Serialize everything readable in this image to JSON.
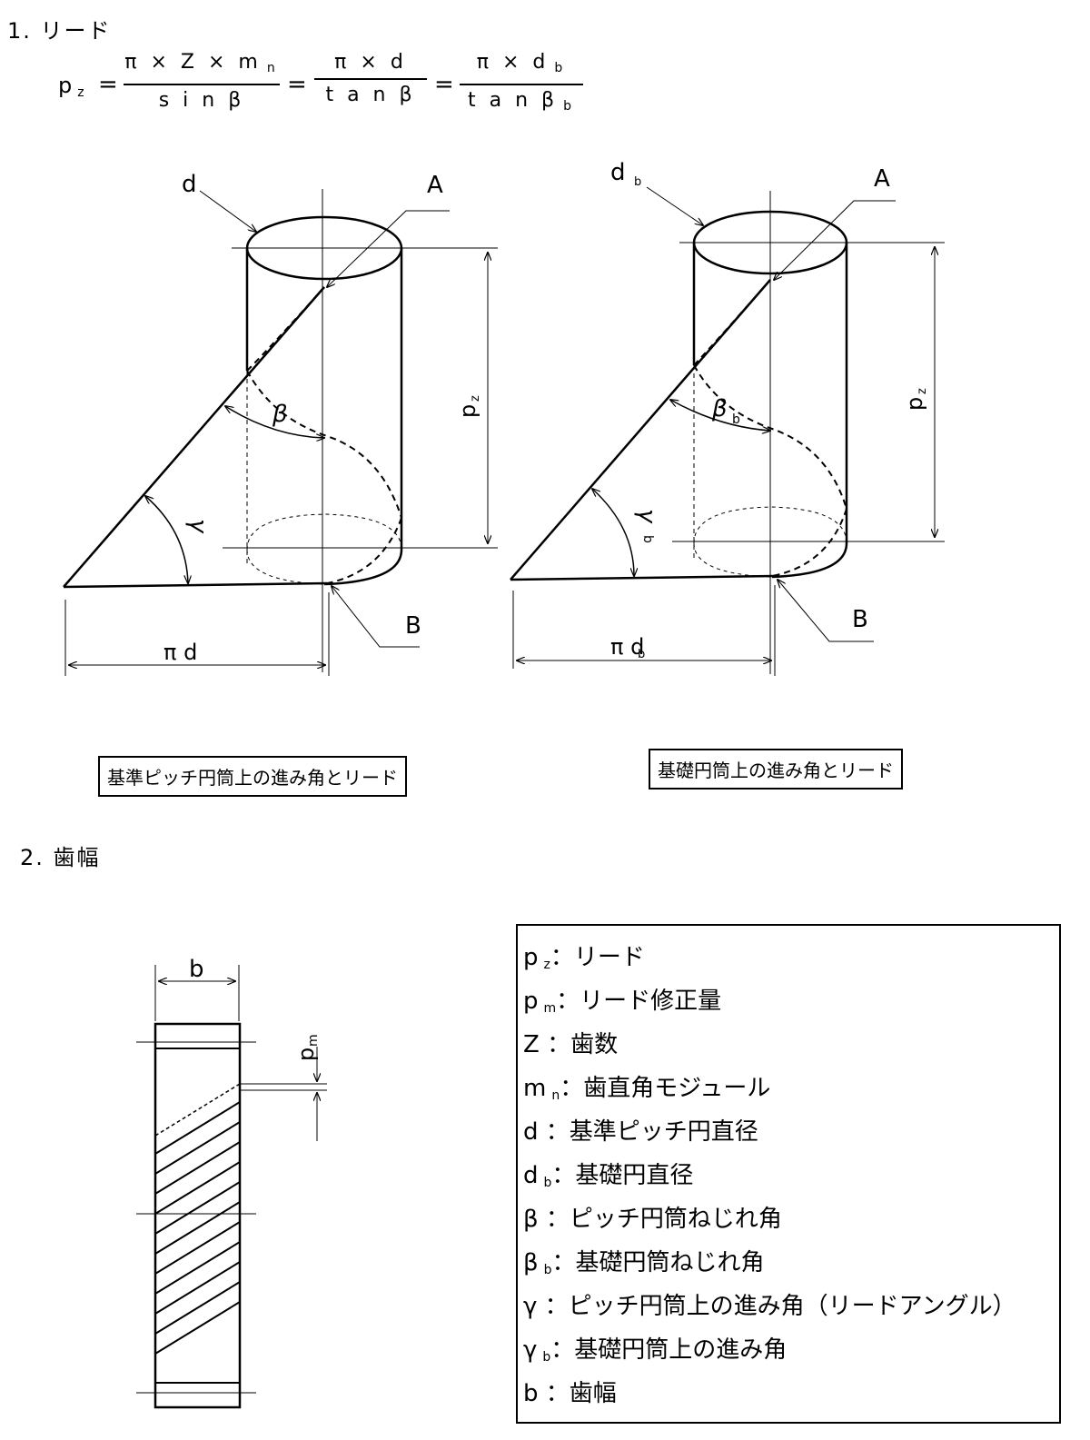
{
  "section1": {
    "heading": "1. リード",
    "formula": {
      "lhs": "p",
      "lhs_sub": "z",
      "eq": "=",
      "frac1": {
        "num": "π × Z × m",
        "num_sub": "n",
        "den": "s i n β"
      },
      "frac2": {
        "num": "π × d",
        "den": "t a n β"
      },
      "frac3": {
        "num": "π × d",
        "num_sub": "b",
        "den": "t a n β",
        "den_sub": "b"
      }
    }
  },
  "figure_left": {
    "label_d": "d",
    "label_A": "A",
    "label_B": "B",
    "label_pz": "p",
    "label_pz_sub": "z",
    "label_beta": "β",
    "label_gamma": "γ",
    "label_pid": "π d",
    "caption": "基準ピッチ円筒上の進み角とリード"
  },
  "figure_right": {
    "label_db": "d",
    "label_db_sub": "b",
    "label_A": "A",
    "label_B": "B",
    "label_pz": "p",
    "label_pz_sub": "z",
    "label_beta": "β",
    "label_beta_sub": "b",
    "label_gamma": "γ",
    "label_gamma_sub": "b",
    "label_pidb": "π d",
    "label_pidb_sub": "b",
    "caption": "基礎円筒上の進み角とリード"
  },
  "section2": {
    "heading": "2. 歯幅",
    "label_b": "b",
    "label_pm": "p",
    "label_pm_sub": "m"
  },
  "legend": [
    {
      "sym": "p",
      "sub": "z",
      "text": "：リード"
    },
    {
      "sym": "p",
      "sub": "m",
      "text": "：リード修正量"
    },
    {
      "sym": "Z",
      "sub": "",
      "text": " ：歯数"
    },
    {
      "sym": "m",
      "sub": "n",
      "text": "：歯直角モジュール"
    },
    {
      "sym": "d",
      "sub": "",
      "text": " ：基準ピッチ円直径"
    },
    {
      "sym": "d",
      "sub": "b",
      "text": "：基礎円直径"
    },
    {
      "sym": "β",
      "sub": "",
      "text": " ：ピッチ円筒ねじれ角"
    },
    {
      "sym": "β",
      "sub": "b",
      "text": "：基礎円筒ねじれ角"
    },
    {
      "sym": "γ",
      "sub": "",
      "text": " ：ピッチ円筒上の進み角（リードアングル）"
    },
    {
      "sym": "γ",
      "sub": "b",
      "text": "：基礎円筒上の進み角"
    },
    {
      "sym": "b",
      "sub": "",
      "text": " ：歯幅"
    }
  ]
}
